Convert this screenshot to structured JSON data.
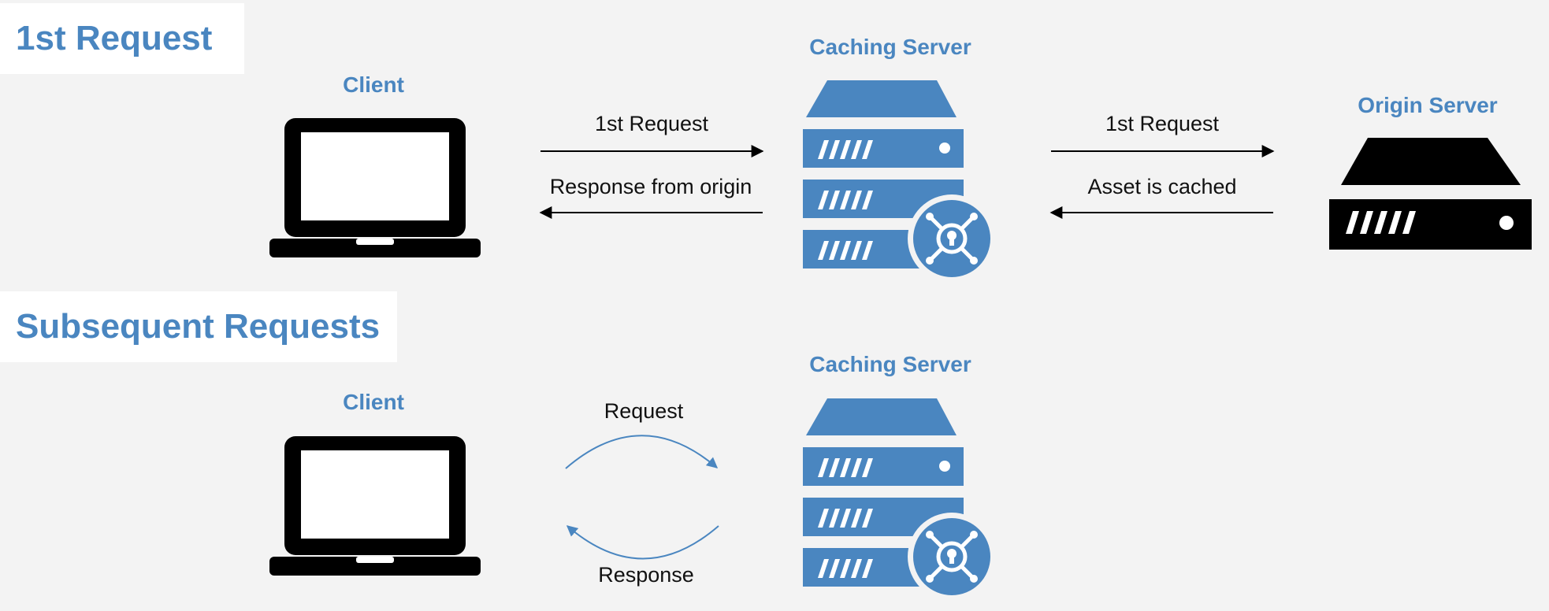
{
  "sections": {
    "first": {
      "title": "1st Request",
      "client_label": "Client",
      "caching_label": "Caching Server",
      "origin_label": "Origin Server",
      "edges": {
        "client_to_cache": "1st Request",
        "cache_to_client": "Response from origin",
        "cache_to_origin": "1st Request",
        "origin_to_cache": "Asset is cached"
      }
    },
    "subsequent": {
      "title": "Subsequent Requests",
      "client_label": "Client",
      "caching_label": "Caching Server",
      "edges": {
        "request": "Request",
        "response": "Response"
      }
    }
  },
  "colors": {
    "accent": "#4a86c0",
    "icon_dark": "#000000",
    "background": "#f3f3f3",
    "title_box": "#ffffff"
  },
  "icons": {
    "client": "laptop-icon",
    "caching_server": "server-stack-with-cache-badge-icon",
    "origin_server": "server-icon"
  }
}
